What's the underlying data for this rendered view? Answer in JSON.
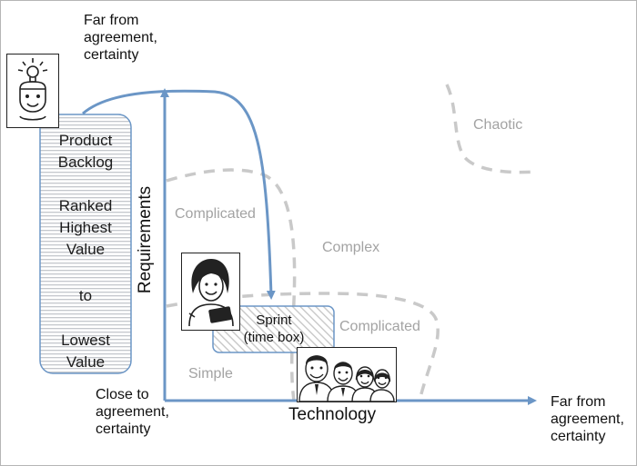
{
  "labels": {
    "top_left": [
      "Far from",
      "agreement,",
      "certainty"
    ],
    "bottom_left": [
      "Close to",
      "agreement,",
      "certainty"
    ],
    "bottom_right": [
      "Far from",
      "agreement,",
      "certainty"
    ],
    "y_axis": "Requirements",
    "x_axis": "Technology"
  },
  "zones": {
    "chaotic": "Chaotic",
    "complicated_upper": "Complicated",
    "complex": "Complex",
    "complicated_lower": "Complicated",
    "simple": "Simple"
  },
  "backlog": {
    "title": [
      "Product",
      "Backlog"
    ],
    "middle": [
      "Ranked",
      "Highest",
      "Value"
    ],
    "to": "to",
    "bottom": [
      "Lowest",
      "Value"
    ]
  },
  "sprint": [
    "Sprint",
    "(time box)"
  ],
  "icons": {
    "idea_person": "lightbulb-head-icon",
    "scrum_master": "woman-with-tablet-icon",
    "team": "team-group-icon"
  },
  "colors": {
    "axis": "#6b96c6",
    "dashed_zone": "#c9c9c9",
    "zone_text": "#a3a3a3",
    "backlog_border": "#6b96c6"
  }
}
